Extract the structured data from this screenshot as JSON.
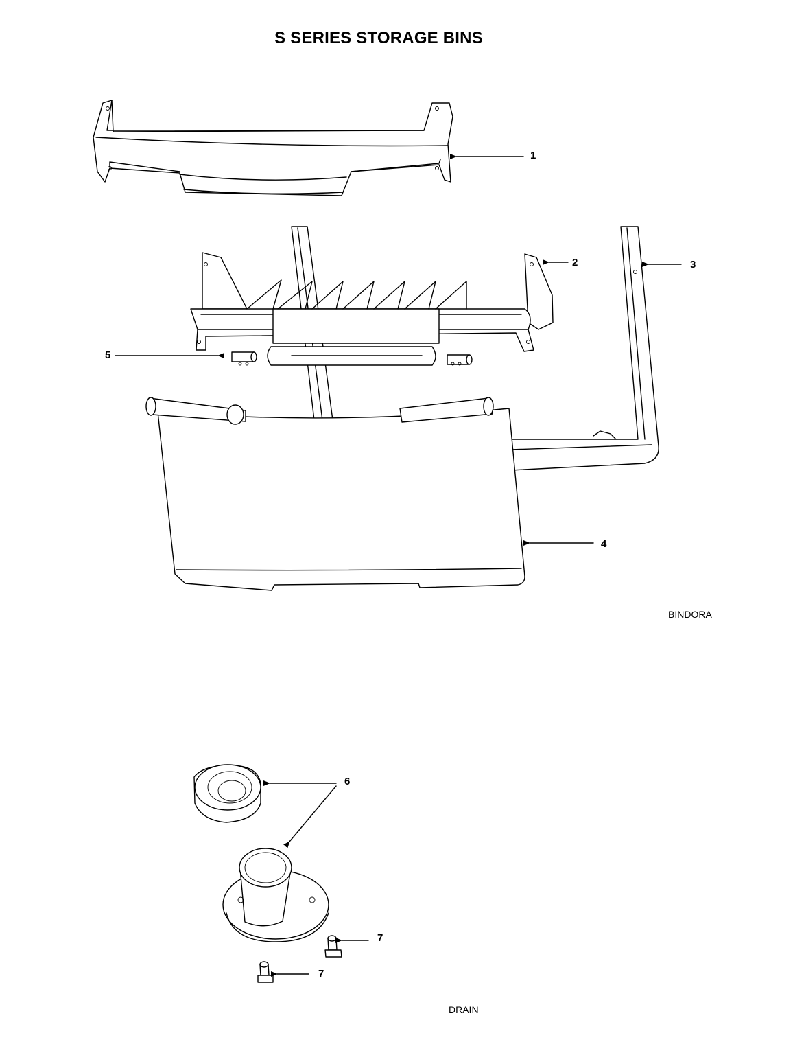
{
  "title": "S SERIES STORAGE BINS",
  "callouts": [
    {
      "id": "c1",
      "label": "1"
    },
    {
      "id": "c2",
      "label": "2"
    },
    {
      "id": "c3",
      "label": "3"
    },
    {
      "id": "c4",
      "label": "4"
    },
    {
      "id": "c5",
      "label": "5"
    },
    {
      "id": "c6",
      "label": "6"
    },
    {
      "id": "c7a",
      "label": "7"
    },
    {
      "id": "c7b",
      "label": "7"
    }
  ],
  "captions": {
    "upper": "BINDORA",
    "lower": "DRAIN"
  }
}
